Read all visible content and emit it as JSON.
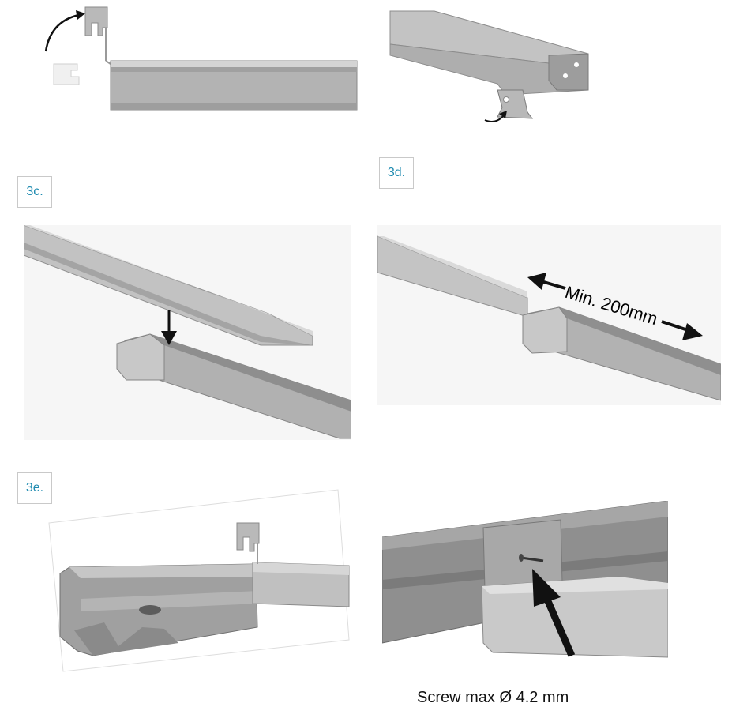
{
  "steps": {
    "c": {
      "label": "3c."
    },
    "d": {
      "label": "3d.",
      "dimension_label": "Min. 200mm"
    },
    "e": {
      "label": "3e."
    }
  },
  "screw_caption": "Screw max Ø 4.2 mm",
  "colors": {
    "step_label_text": "#1f8bb0",
    "step_label_border": "#c9c9c9",
    "metal_light": "#c8c8c8",
    "metal_mid": "#a9a9a9",
    "metal_dark": "#7f7f7f",
    "arrow": "#111111"
  }
}
